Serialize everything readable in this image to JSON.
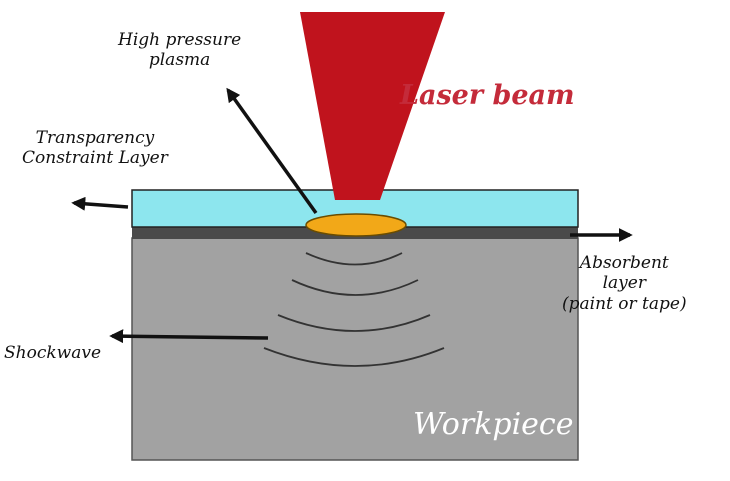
{
  "labels": {
    "laser_beam": "Laser beam",
    "plasma_line1": "High pressure",
    "plasma_line2": "plasma",
    "transparency_line1": "Transparency",
    "transparency_line2": "Constraint Layer",
    "absorbent_line1": "Absorbent",
    "absorbent_line2": "layer",
    "absorbent_line3": "(paint or tape)",
    "shockwave": "Shockwave",
    "workpiece": "Workpiece"
  },
  "colors": {
    "laser_beam": "#c0131d",
    "laser_label": "#c42b3a",
    "transparency_layer": "#8de6ee",
    "absorbent_layer": "#4a4a4a",
    "workpiece": "#a2a2a2",
    "plasma": "#f2a818",
    "workpiece_label": "#ffffff",
    "arrows": "#111111"
  }
}
